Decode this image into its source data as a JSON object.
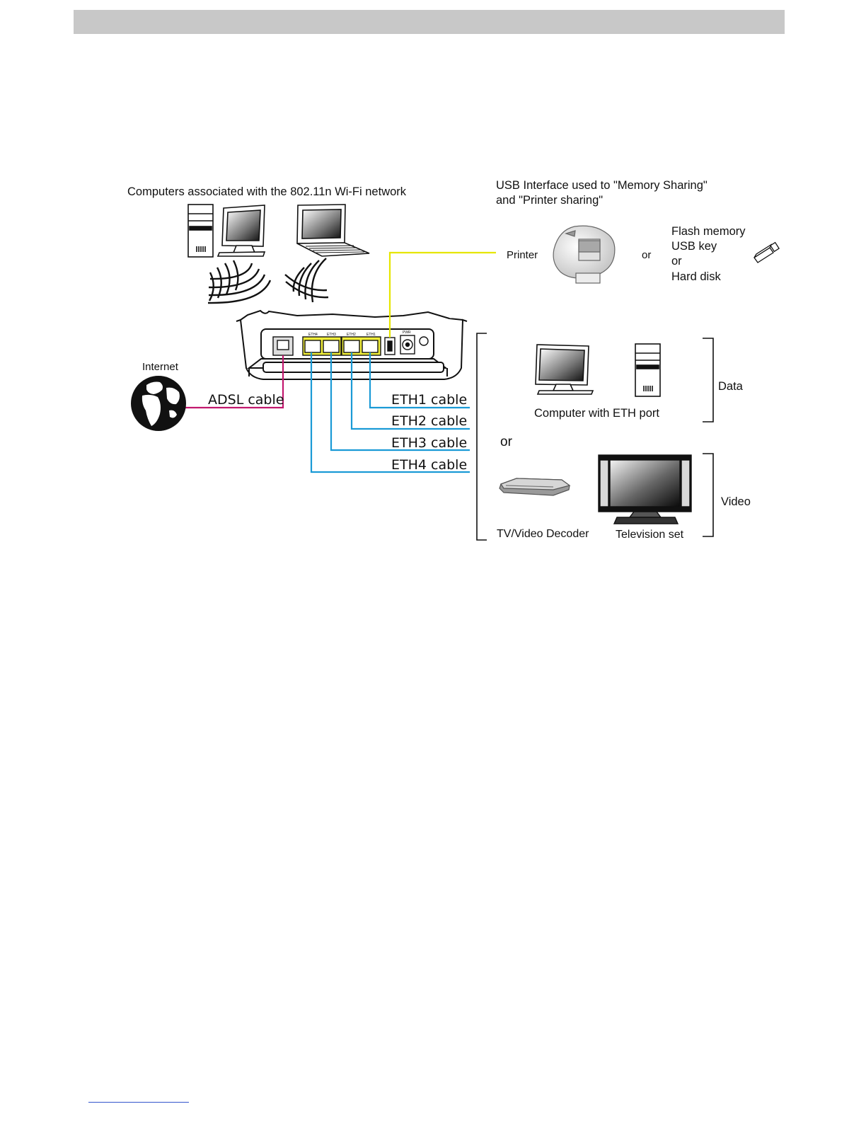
{
  "wifi": {
    "caption": "Computers associated with the 802.11n Wi-Fi network"
  },
  "usb": {
    "caption_line1": "USB Interface used to \"Memory Sharing\"",
    "caption_line2": "and \"Printer sharing\"",
    "printer_label": "Printer",
    "or_label": "or",
    "storage_line1": "Flash memory",
    "storage_line2": "USB key",
    "storage_line3": "or",
    "storage_line4": "Hard disk"
  },
  "router": {
    "port_labels": [
      "ETH4",
      "ETH3",
      "ETH2",
      "ETH1"
    ],
    "power_label": "PWR"
  },
  "internet": {
    "label": "Internet"
  },
  "cables": {
    "adsl": "ADSL cable",
    "eth1": "ETH1 cable",
    "eth2": "ETH2 cable",
    "eth3": "ETH3 cable",
    "eth4": "ETH4 cable"
  },
  "data_group": {
    "caption": "Computer with ETH port",
    "bracket_label": "Data"
  },
  "or_between": "or",
  "video_group": {
    "decoder_label": "TV/Video Decoder",
    "tv_label": "Television set",
    "bracket_label": "Video"
  },
  "colors": {
    "adsl_cable": "#c2186e",
    "eth_cable": "#1a9ad6",
    "usb_cable": "#e6e600",
    "eth_port": "#f0ee38",
    "header_bar": "#c8c8c8"
  }
}
